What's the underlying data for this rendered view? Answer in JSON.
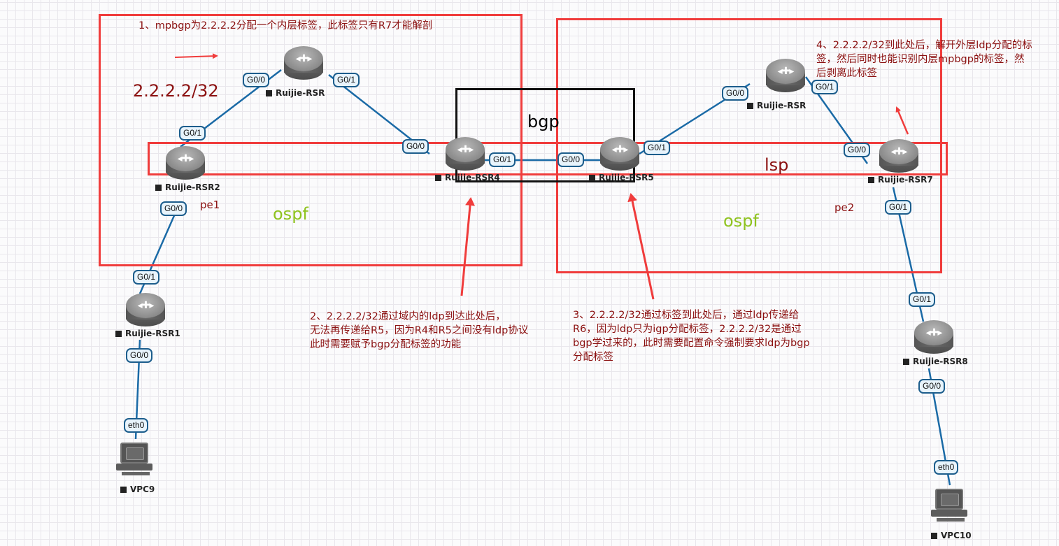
{
  "colors": {
    "area_border": "#f03c3c",
    "bgp_border": "#111111",
    "link": "#1a6aa6",
    "annotation": "#8b1010",
    "ospf": "#8fc31f"
  },
  "labels": {
    "prefix": "2.2.2.2/32",
    "bgp": "bgp",
    "lsp": "lsp",
    "ospf_left": "ospf",
    "ospf_right": "ospf",
    "pe1": "pe1",
    "pe2": "pe2"
  },
  "notes": {
    "n1": "1、mpbgp为2.2.2.2分配一个内层标签，此标签只有R7才能解剖",
    "n2": [
      "2、2.2.2.2/32通过域内的ldp到达此处后，",
      "无法再传递给R5，因为R4和R5之间没有ldp协议",
      "此时需要赋予bgp分配标签的功能"
    ],
    "n3": [
      "3、2.2.2.2/32通过标签到此处后，通过ldp传递给",
      "R6，因为ldp只为igp分配标签，2.2.2.2/32是通过",
      "bgp学过来的，此时需要配置命令强制要求ldp为bgp",
      "分配标签"
    ],
    "n4": [
      "4、2.2.2.2/32到此处后，解开外层ldp分配的标",
      "签，然后同时也能识别内层mpbgp的标签，然",
      "后剥离此标签"
    ]
  },
  "nodes": {
    "r1": "Ruijie-RSR1",
    "r2": "Ruijie-RSR2",
    "r3": "Ruijie-RSR",
    "r4": "Ruijie-RSR4",
    "r5": "Ruijie-RSR5",
    "r6": "Ruijie-RSR",
    "r7": "Ruijie-RSR7",
    "r8": "Ruijie-RSR8",
    "vpc9": "VPC9",
    "vpc10": "VPC10"
  },
  "interfaces": {
    "r3_g00": "G0/0",
    "r3_g01": "G0/1",
    "r2_g01": "G0/1",
    "r2_g00": "G0/0",
    "r4_g00": "G0/0",
    "r4_g01": "G0/1",
    "r5_g00": "G0/0",
    "r5_g01": "G0/1",
    "r6_g00": "G0/0",
    "r6_g01": "G0/1",
    "r7_g00": "G0/0",
    "r7_g01": "G0/1",
    "r1_g01": "G0/1",
    "r1_g00": "G0/0",
    "vpc9_eth0": "eth0",
    "r8_g01": "G0/1",
    "r8_g00": "G0/0",
    "vpc10_eth0": "eth0"
  }
}
